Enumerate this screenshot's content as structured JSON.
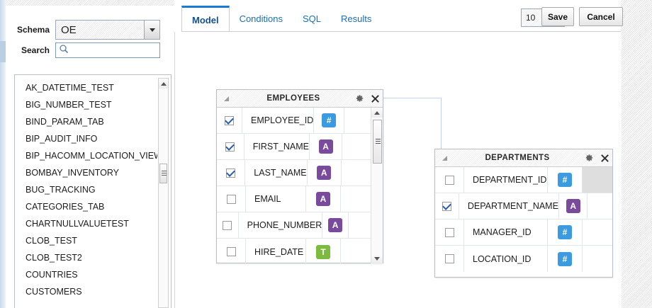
{
  "sidebar": {
    "schema": {
      "label": "Schema",
      "value": "OE"
    },
    "search": {
      "label": "Search",
      "value": "",
      "placeholder": ""
    },
    "tables": [
      "AK_DATETIME_TEST",
      "BIG_NUMBER_TEST",
      "BIND_PARAM_TAB",
      "BIP_AUDIT_INFO",
      "BIP_HACOMM_LOCATION_VIEW",
      "BOMBAY_INVENTORY",
      "BUG_TRACKING",
      "CATEGORIES_TAB",
      "CHARTNULLVALUETEST",
      "CLOB_TEST",
      "CLOB_TEST2",
      "COUNTRIES",
      "CUSTOMERS"
    ]
  },
  "toolbar": {
    "tabs": [
      {
        "label": "Model",
        "active": true
      },
      {
        "label": "Conditions",
        "active": false
      },
      {
        "label": "SQL",
        "active": false
      },
      {
        "label": "Results",
        "active": false
      }
    ],
    "rows_select": {
      "value": "10"
    },
    "save_label": "Save",
    "cancel_label": "Cancel"
  },
  "canvas": {
    "entities": [
      {
        "title": "EMPLOYEES",
        "columns": [
          {
            "name": "EMPLOYEE_ID",
            "checked": true,
            "type": "number",
            "type_glyph": "#"
          },
          {
            "name": "FIRST_NAME",
            "checked": true,
            "type": "text",
            "type_glyph": "A"
          },
          {
            "name": "LAST_NAME",
            "checked": true,
            "type": "text",
            "type_glyph": "A"
          },
          {
            "name": "EMAIL",
            "checked": false,
            "type": "text",
            "type_glyph": "A"
          },
          {
            "name": "PHONE_NUMBER",
            "checked": false,
            "type": "text",
            "type_glyph": "A"
          },
          {
            "name": "HIRE_DATE",
            "checked": false,
            "type": "date",
            "type_glyph": "T"
          }
        ]
      },
      {
        "title": "DEPARTMENTS",
        "columns": [
          {
            "name": "DEPARTMENT_ID",
            "checked": false,
            "type": "number",
            "type_glyph": "#",
            "tail_selected": true
          },
          {
            "name": "DEPARTMENT_NAME",
            "checked": true,
            "type": "text",
            "type_glyph": "A",
            "tail_selected": false
          },
          {
            "name": "MANAGER_ID",
            "checked": false,
            "type": "number",
            "type_glyph": "#",
            "tail_selected": false
          },
          {
            "name": "LOCATION_ID",
            "checked": false,
            "type": "number",
            "type_glyph": "#",
            "tail_selected": false
          }
        ]
      }
    ]
  },
  "colors": {
    "accent": "#1a7ad1",
    "type_number": "#3c9ae0",
    "type_text": "#7a4b9c",
    "type_date": "#7cbb3f",
    "connector": "#c3d6e8"
  }
}
